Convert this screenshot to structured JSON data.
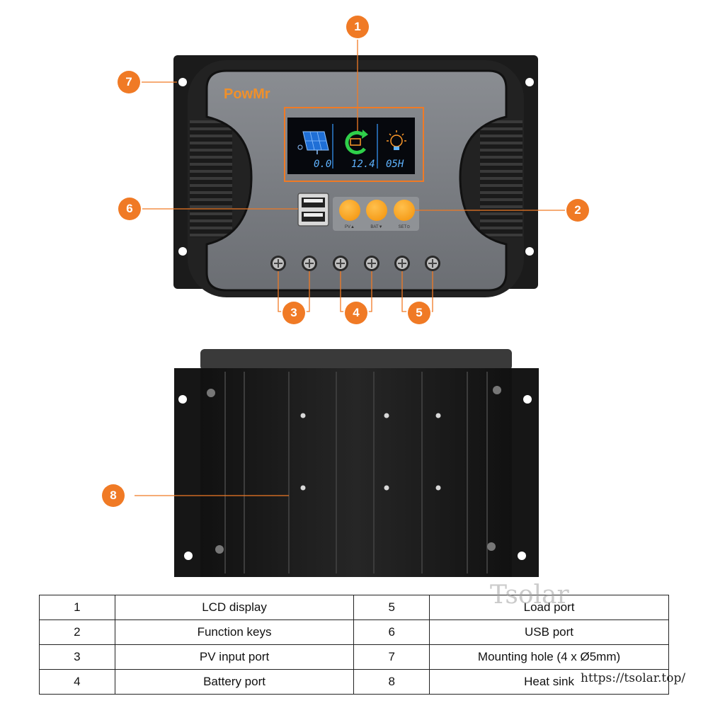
{
  "brand": {
    "logo_text": "PowMr",
    "accent_color": "#f07a25"
  },
  "lcd": {
    "pv_value": "0.0",
    "battery_value": "12.4",
    "load_value": "05H",
    "icons": [
      "solar-panel-icon",
      "battery-cycle-icon",
      "light-bulb-icon"
    ]
  },
  "keys": [
    {
      "label": "PV▲"
    },
    {
      "label": "BAT▼"
    },
    {
      "label": "SET⊙"
    }
  ],
  "callouts": [
    "1",
    "2",
    "3",
    "4",
    "5",
    "6",
    "7",
    "8"
  ],
  "legend": {
    "rows": [
      {
        "n1": "1",
        "t1": "LCD display",
        "n2": "5",
        "t2": "Load port"
      },
      {
        "n1": "2",
        "t1": "Function keys",
        "n2": "6",
        "t2": "USB port"
      },
      {
        "n1": "3",
        "t1": "PV input port",
        "n2": "7",
        "t2": "Mounting hole (4 x Ø5mm)"
      },
      {
        "n1": "4",
        "t1": "Battery port",
        "n2": "8",
        "t2": "Heat sink"
      }
    ]
  },
  "watermark": "Tsolar",
  "source_url": "https://tsolar.top/"
}
